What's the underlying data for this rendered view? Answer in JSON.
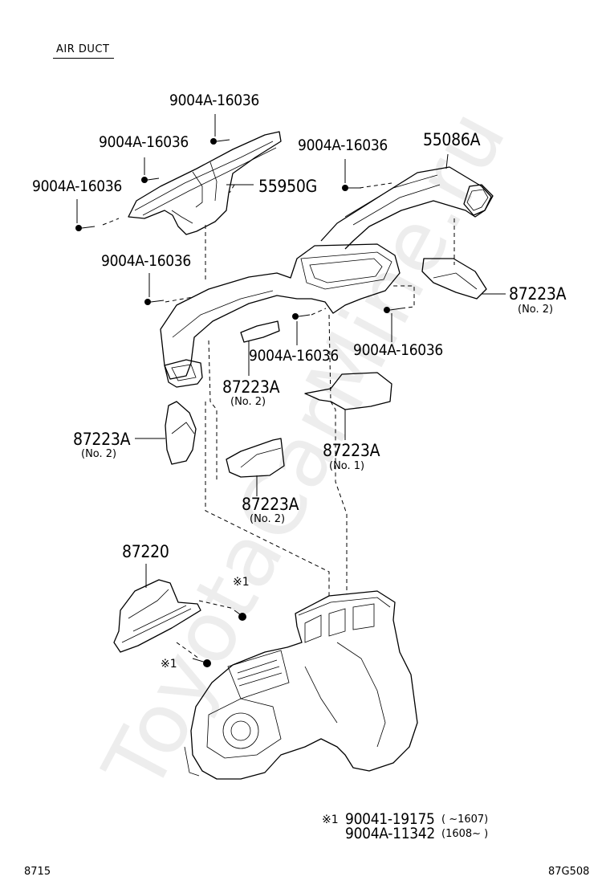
{
  "section_title": "AIR DUCT",
  "watermark": "ToyotaCarMine.ru",
  "parts": {
    "screw_top": "9004A-16036",
    "screw_upper_left": "9004A-16036",
    "screw_far_left": "9004A-16036",
    "screw_right_top": "9004A-16036",
    "screw_mid_left": "9004A-16036",
    "screw_center": "9004A-16036",
    "screw_center_right": "9004A-16036",
    "duct_center": "55950G",
    "duct_right": "55086A",
    "pad_right": "87223A",
    "pad_right_note": "(No. 2)",
    "pad_center_upper": "87223A",
    "pad_center_upper_note": "(No. 2)",
    "pad_left": "87223A",
    "pad_left_note": "(No. 2)",
    "pad_center_right": "87223A",
    "pad_center_right_note": "(No. 1)",
    "pad_center_lower": "87223A",
    "pad_center_lower_note": "(No. 2)",
    "duct_rear": "87220",
    "bolt_mark_upper": "※1",
    "bolt_mark_lower": "※1"
  },
  "footnote": {
    "mark": "※1",
    "line1_part": "90041-19175",
    "line1_range": "(      ~1607)",
    "line2_part": "9004A-11342",
    "line2_range": "(1608~      )"
  },
  "footer": {
    "page_code": "8715",
    "figure_code": "87G508"
  },
  "colors": {
    "ink": "#000000",
    "watermark": "#d9d9d9",
    "background": "#ffffff"
  }
}
